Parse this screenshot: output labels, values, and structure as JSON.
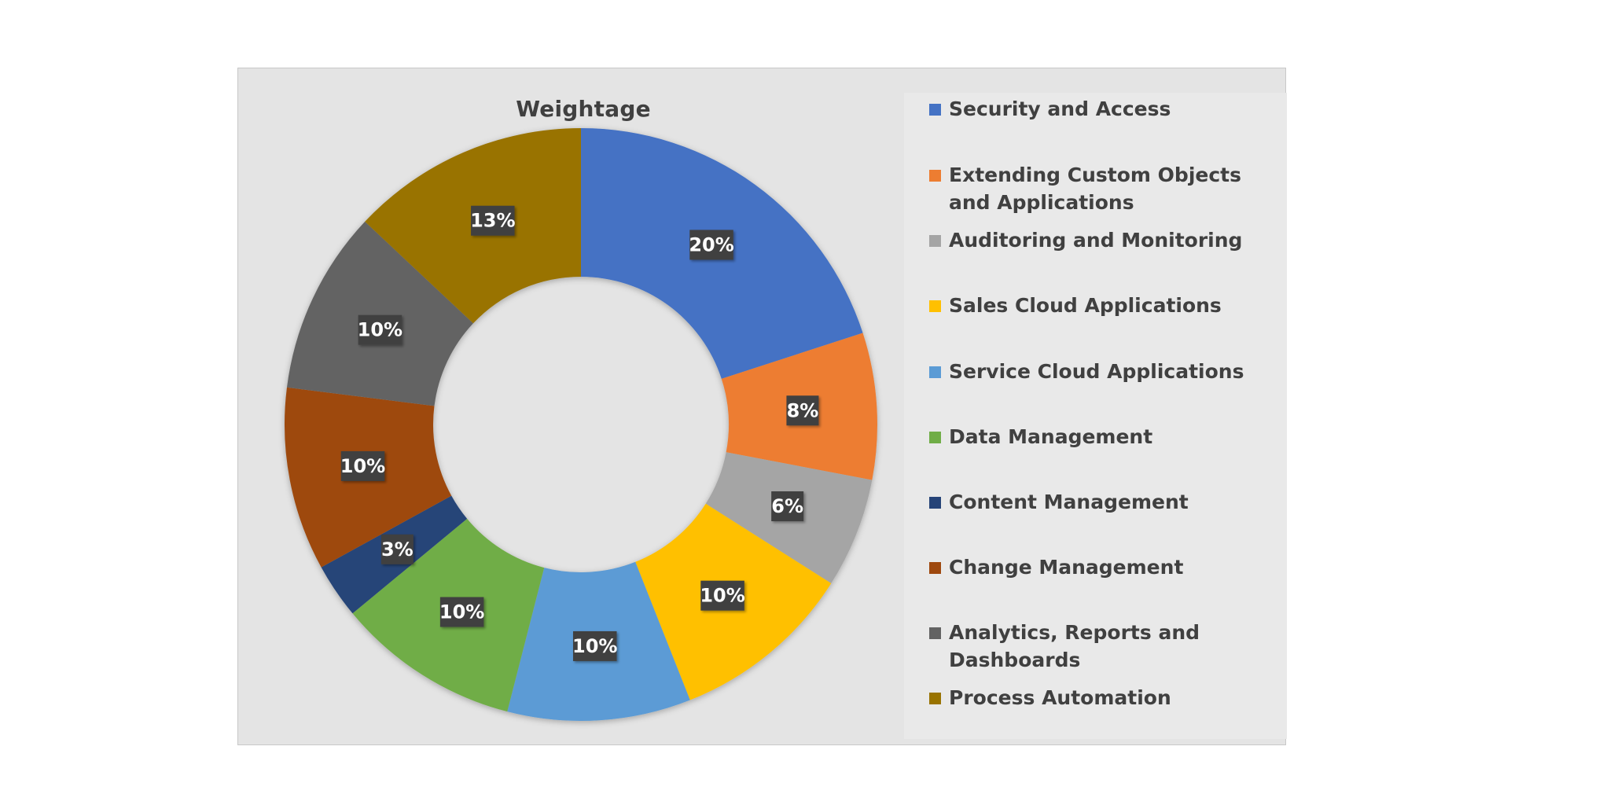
{
  "chart_data": {
    "type": "pie",
    "subtype": "doughnut",
    "title": "Weightage",
    "legend_position": "right",
    "slices": [
      {
        "label": "Security and Access",
        "value": 20,
        "display": "20%",
        "color": "#4472c4"
      },
      {
        "label": "Extending Custom Objects and Applications",
        "value": 8,
        "display": "8%",
        "color": "#ed7d31"
      },
      {
        "label": "Auditoring and Monitoring",
        "value": 6,
        "display": "6%",
        "color": "#a5a5a5"
      },
      {
        "label": "Sales Cloud Applications",
        "value": 10,
        "display": "10%",
        "color": "#ffc000"
      },
      {
        "label": "Service Cloud Applications",
        "value": 10,
        "display": "10%",
        "color": "#5b9bd5"
      },
      {
        "label": "Data Management",
        "value": 10,
        "display": "10%",
        "color": "#70ad47"
      },
      {
        "label": "Content Management",
        "value": 3,
        "display": "3%",
        "color": "#264478"
      },
      {
        "label": "Change Management",
        "value": 10,
        "display": "10%",
        "color": "#9e480e"
      },
      {
        "label": "Analytics, Reports and Dashboards",
        "value": 10,
        "display": "10%",
        "color": "#636363"
      },
      {
        "label": "Process Automation",
        "value": 13,
        "display": "13%",
        "color": "#997300"
      }
    ]
  }
}
